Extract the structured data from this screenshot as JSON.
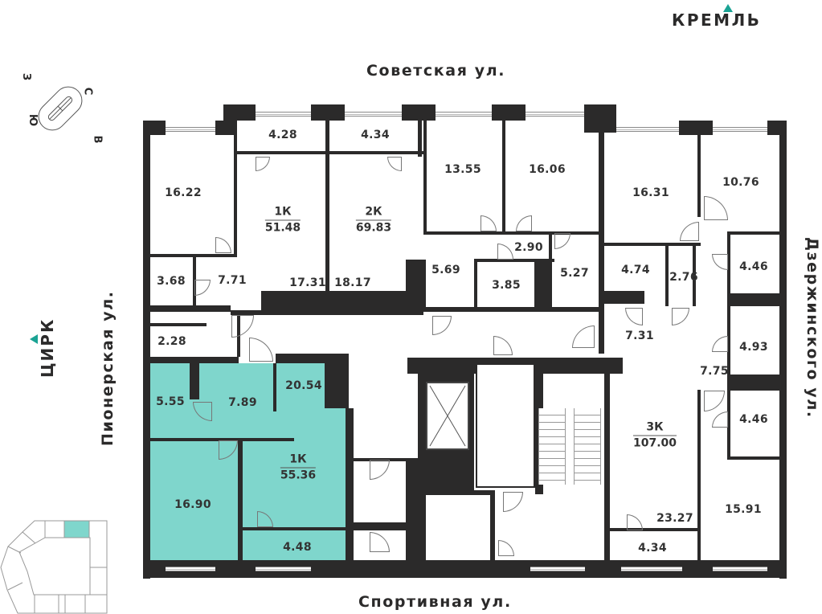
{
  "landmarks": {
    "north": {
      "label": "КРЕМЛЬ",
      "marker_color": "#1aa394"
    },
    "west": {
      "label": "ЦИРК",
      "marker_color": "#1aa394"
    }
  },
  "streets": {
    "top": "Советская ул.",
    "bottom": "Спортивная ул.",
    "left": "Пионерская ул.",
    "right": "Дзержинского ул."
  },
  "compass": {
    "n": "С",
    "s": "Ю",
    "e": "В",
    "w": "З"
  },
  "colors": {
    "highlight": "#7fd6cc",
    "wall": "#2b2a2a",
    "accent": "#1aa394"
  },
  "apartments": [
    {
      "id": "apt-1k-51",
      "type": "1К",
      "area": "51.48"
    },
    {
      "id": "apt-2k-69",
      "type": "2К",
      "area": "69.83"
    },
    {
      "id": "apt-1k-55",
      "type": "1К",
      "area": "55.36",
      "selected": true
    },
    {
      "id": "apt-3k-107",
      "type": "3К",
      "area": "107.00"
    }
  ],
  "rooms": {
    "r1": "16.22",
    "r2": "4.28",
    "r3": "4.34",
    "r4": "13.55",
    "r5": "16.06",
    "r6": "16.31",
    "r7": "10.76",
    "r8": "3.68",
    "r9": "7.71",
    "r10": "17.31",
    "r11": "18.17",
    "r12": "5.69",
    "r13": "2.90",
    "r14": "3.85",
    "r15": "5.27",
    "r16": "4.74",
    "r17": "2.76",
    "r18": "4.46",
    "r19": "2.28",
    "r20": "7.31",
    "r21": "4.93",
    "r22": "7.75",
    "r23": "5.55",
    "r24": "7.89",
    "r25": "20.54",
    "r26": "16.90",
    "r27": "4.48",
    "r28": "4.46",
    "r29": "23.27",
    "r30": "4.34",
    "r31": "15.91"
  }
}
